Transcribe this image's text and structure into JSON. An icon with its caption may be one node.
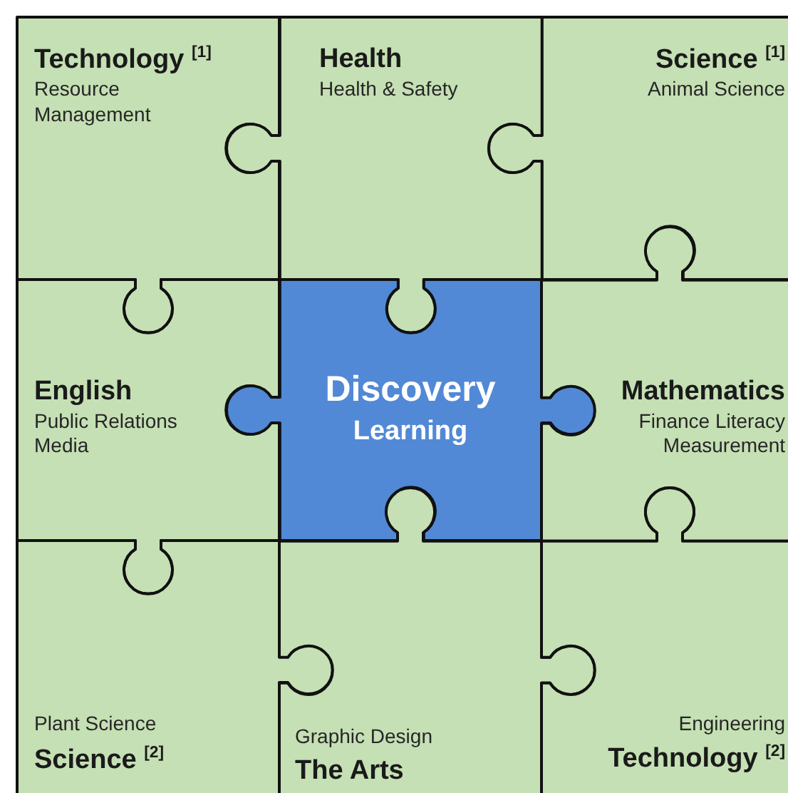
{
  "diagram": {
    "nodes": [
      {
        "text": [
          "Technology $^{[1]}$",
          "Resource Management"
        ]
      },
      {
        "text": [
          "Health",
          "Health & Safety"
        ]
      },
      {
        "text": [
          "Science $^{[1]}$",
          "Animal Science"
        ]
      },
      {
        "text": [
          "English",
          "Public Relations",
          "Media"
        ]
      },
      {
        "text": [
          "Discovery",
          "Learning"
        ]
      },
      {
        "text": [
          "Mathematics",
          "Finance Literacy",
          "Measurement"
        ]
      },
      {
        "text": [
          "Plant Science",
          "Science $^{[2]}$"
        ]
      },
      {
        "text": [
          "Graphic Design",
          "The Arts"
        ]
      },
      {
        "text": [
          "Engineering",
          "Technology $^{[2]}$"
        ]
      }
    ]
  }
}
